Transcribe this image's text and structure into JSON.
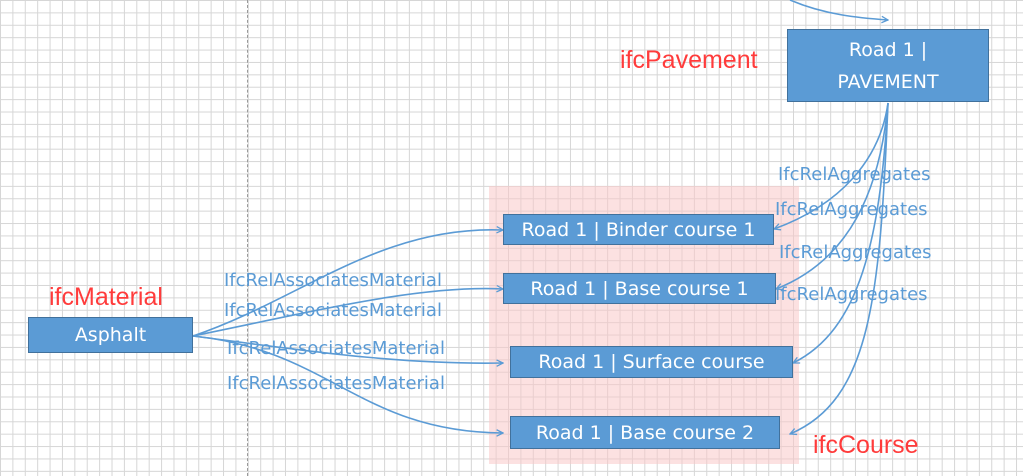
{
  "nodes": {
    "pavement": "Road 1 |\nPAVEMENT",
    "binder": "Road 1 | Binder course 1",
    "base1": "Road 1 | Base course 1",
    "surface": "Road 1 | Surface course",
    "base2": "Road 1 | Base course 2",
    "asphalt": "Asphalt"
  },
  "tags": {
    "pavement": "ifcPavement",
    "material": "ifcMaterial",
    "course": "ifcCourse"
  },
  "relations": {
    "aggregates": [
      "IfcRelAggregates",
      "IfcRelAggregates",
      "IfcRelAggregates",
      "IfcRelAggregates"
    ],
    "materials": [
      "IfcRelAssociatesMaterial",
      "IfcRelAssociatesMaterial",
      "IfcRelAssociatesMaterial",
      "IfcRelAssociatesMaterial"
    ]
  },
  "colors": {
    "box_fill": "#5b9bd5",
    "box_border": "#41719c",
    "relation_text": "#5b9bd5",
    "class_label": "#ff3b3b",
    "highlight": "#fac8c8"
  }
}
